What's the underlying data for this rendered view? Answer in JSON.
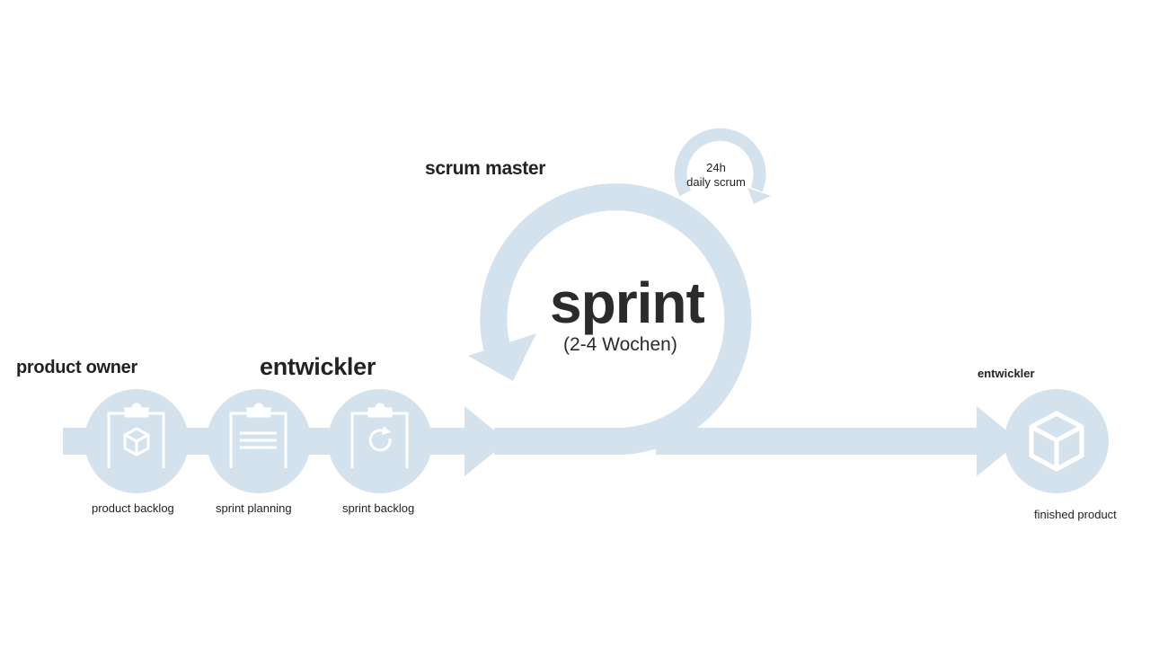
{
  "roles": {
    "product_owner": "product owner",
    "developers": "entwickler",
    "scrum_master": "scrum master",
    "developers_final": "entwickler"
  },
  "steps": {
    "product_backlog": "product backlog",
    "sprint_planning": "sprint planning",
    "sprint_backlog": "sprint backlog",
    "finished_product": "finished product"
  },
  "sprint": {
    "title": "sprint",
    "duration": "(2-4 Wochen)"
  },
  "daily": {
    "line1": "24h",
    "line2": "daily scrum"
  },
  "colors": {
    "flow": "#d3e2ed",
    "icon": "#ffffff",
    "text": "#222222"
  },
  "icons": {
    "product_backlog": "clipboard-cube-icon",
    "sprint_planning": "clipboard-list-icon",
    "sprint_backlog": "clipboard-cycle-icon",
    "finished_product": "cube-icon"
  }
}
